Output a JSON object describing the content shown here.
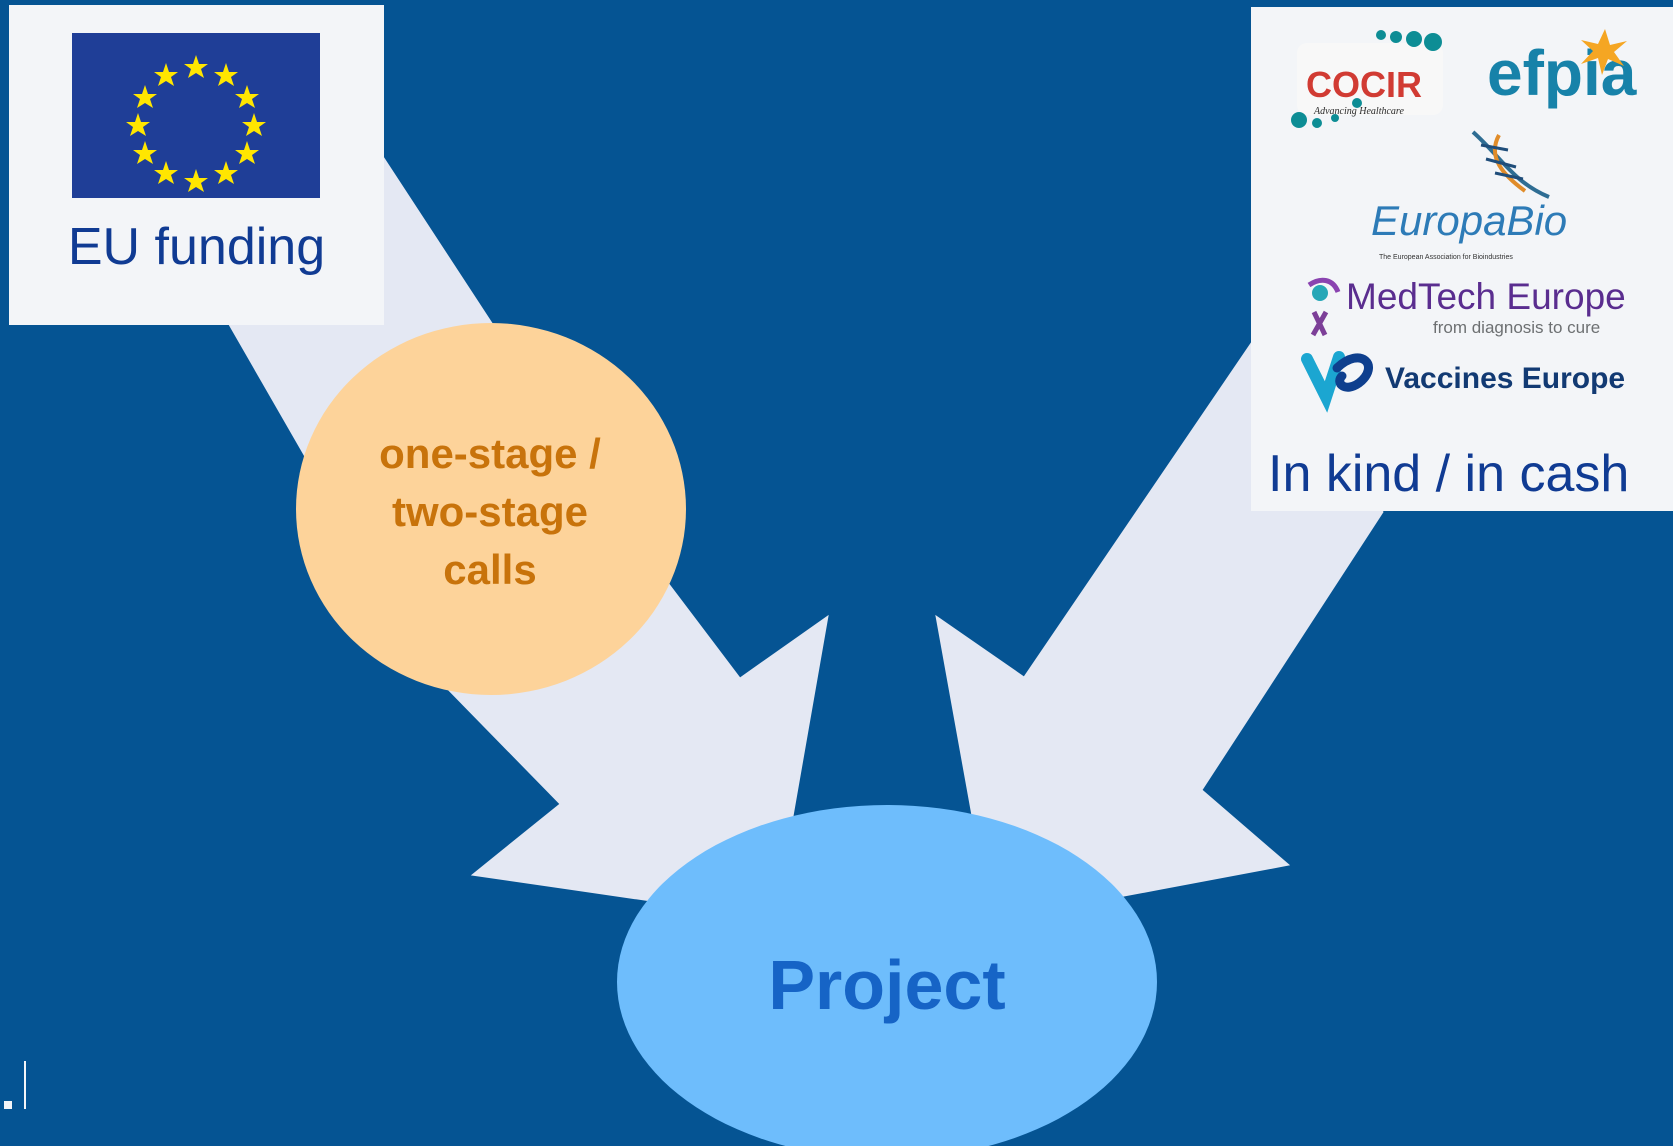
{
  "sources": {
    "eu": {
      "label": "EU funding",
      "flag": "eu-flag"
    },
    "industry": {
      "label": "In kind / in cash",
      "logos": [
        {
          "name": "cocir-logo",
          "wordmark": "COCIR",
          "tagline": "Advancing Healthcare"
        },
        {
          "name": "efpia-logo",
          "wordmark": "efpia"
        },
        {
          "name": "europabio-logo",
          "wordmark": "EuropaBio",
          "tagline": "The European Association for Bioindustries"
        },
        {
          "name": "medtech-europe-logo",
          "wordmark": "MedTech Europe",
          "tagline": "from diagnosis to cure"
        },
        {
          "name": "vaccines-europe-logo",
          "wordmark": "Vaccines Europe"
        }
      ]
    }
  },
  "process": {
    "label": "one-stage / two-stage calls",
    "lines": [
      "one-stage /",
      "two-stage",
      "calls"
    ]
  },
  "target": {
    "label": "Project"
  },
  "colors": {
    "background": "#055493",
    "arrow": "#e4e8f3",
    "panel": "#f3f5f8",
    "eu_flag": "#1f3e97",
    "stars": "#ffe600",
    "calls_circle": "#fdd39a",
    "calls_text": "#c8730b",
    "project_ellipse": "#6ebdfc",
    "project_text": "#1664c6",
    "label_text": "#103b93"
  }
}
